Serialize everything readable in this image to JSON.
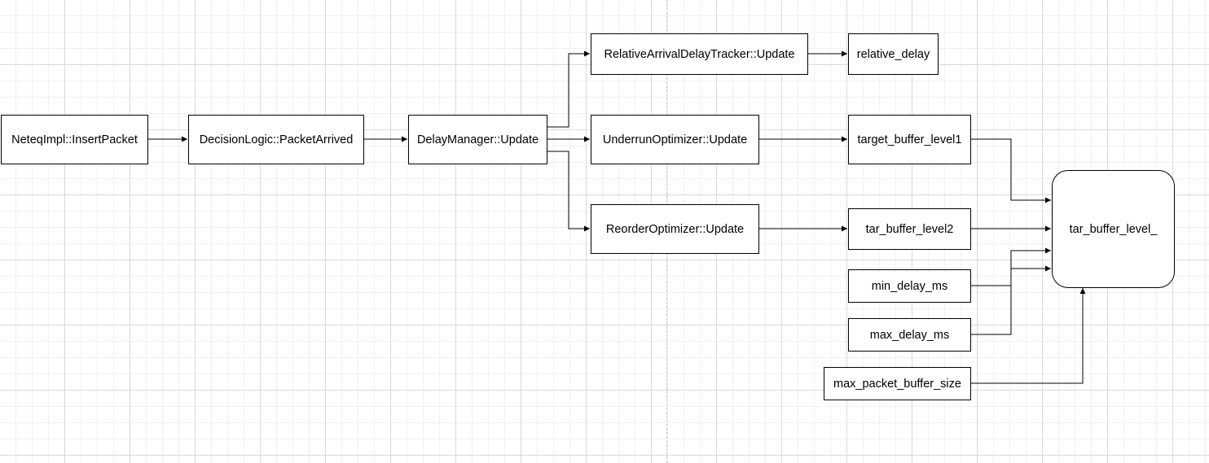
{
  "diagram": {
    "type": "flowchart",
    "nodes": {
      "insert_packet": "NeteqImpl::InsertPacket",
      "packet_arrived": "DecisionLogic::PacketArrived",
      "delay_manager_update": "DelayManager::Update",
      "relative_arrival_update": "RelativeArrivalDelayTracker::Update",
      "relative_delay": "relative_delay",
      "underrun_update": "UnderrunOptimizer::Update",
      "target_buffer_level1": "target_buffer_level1",
      "reorder_update": "ReorderOptimizer::Update",
      "tar_buffer_level2": "tar_buffer_level2",
      "min_delay_ms": "min_delay_ms",
      "max_delay_ms": "max_delay_ms",
      "max_packet_buffer_size": "max_packet_buffer_size",
      "tar_buffer_level": "tar_buffer_level_"
    },
    "edges": [
      {
        "from": "insert_packet",
        "to": "packet_arrived"
      },
      {
        "from": "packet_arrived",
        "to": "delay_manager_update"
      },
      {
        "from": "delay_manager_update",
        "to": "relative_arrival_update"
      },
      {
        "from": "delay_manager_update",
        "to": "underrun_update"
      },
      {
        "from": "delay_manager_update",
        "to": "reorder_update"
      },
      {
        "from": "relative_arrival_update",
        "to": "relative_delay"
      },
      {
        "from": "underrun_update",
        "to": "target_buffer_level1"
      },
      {
        "from": "reorder_update",
        "to": "tar_buffer_level2"
      },
      {
        "from": "target_buffer_level1",
        "to": "tar_buffer_level"
      },
      {
        "from": "tar_buffer_level2",
        "to": "tar_buffer_level"
      },
      {
        "from": "min_delay_ms",
        "to": "tar_buffer_level"
      },
      {
        "from": "max_delay_ms",
        "to": "tar_buffer_level"
      },
      {
        "from": "max_packet_buffer_size",
        "to": "tar_buffer_level"
      }
    ]
  },
  "colors": {
    "background": "#ffffff",
    "grid_major": "#d9d9d9",
    "grid_minor": "#f0f0f0",
    "stroke": "#000000"
  }
}
